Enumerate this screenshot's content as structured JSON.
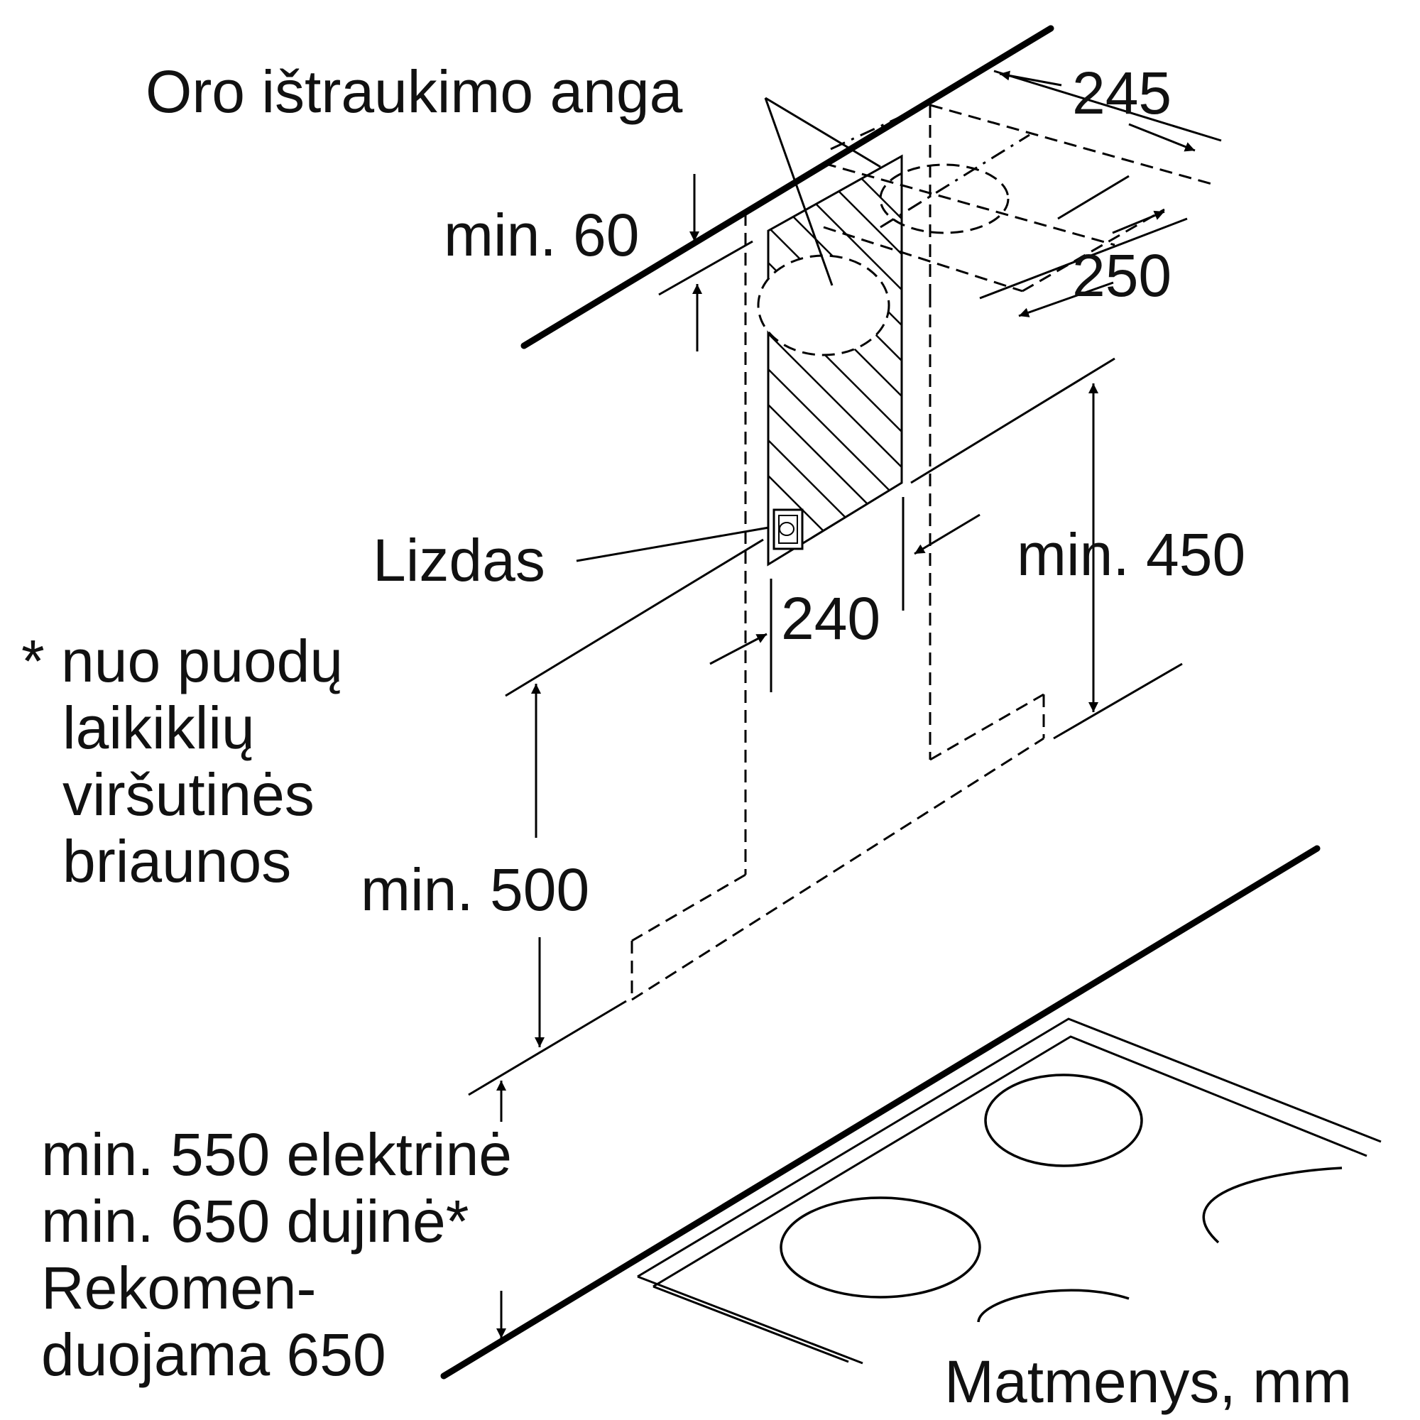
{
  "labels": {
    "air_outlet": "Oro ištraukimo anga",
    "dim_245": "245",
    "dim_250": "250",
    "min_60": "min. 60",
    "socket": "Lizdas",
    "min_450": "min. 450",
    "dim_240": "240",
    "footnote_lines": [
      "* nuo puodų",
      "laikiklių",
      "viršutinės",
      "briaunos"
    ],
    "min_500": "min. 500",
    "cooktop_lines": [
      "min. 550 elektrinė",
      "min. 650 dujinė*",
      "Rekomen-",
      "duojama 650"
    ],
    "units": "Matmenys, mm"
  }
}
